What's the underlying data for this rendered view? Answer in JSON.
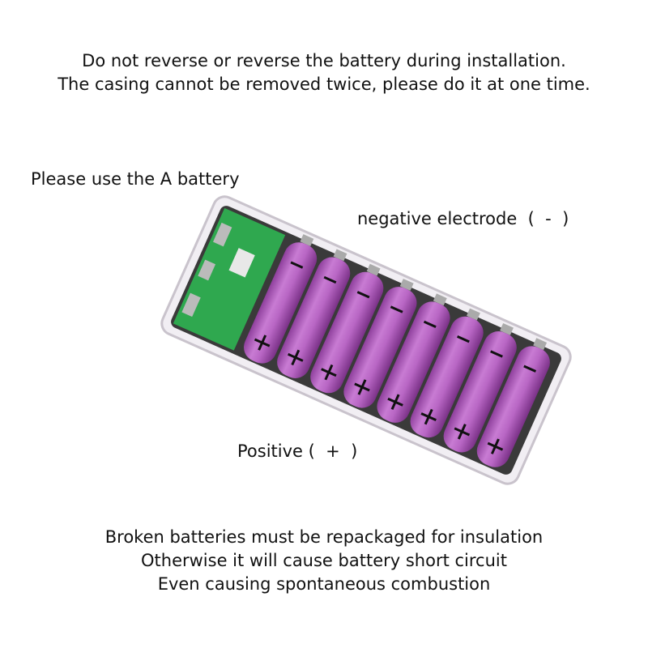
{
  "top_notice": [
    "Do not reverse or reverse the battery during installation.",
    "The casing cannot be removed twice, please do it at one time."
  ],
  "labels": {
    "battery_type": "Please use the A battery",
    "negative": "negative electrode  (  -  )",
    "positive": "Positive (  +  )"
  },
  "bottom_warning": [
    "Broken batteries must be repackaged for insulation",
    "Otherwise it will cause battery short circuit",
    "Even causing spontaneous combustion"
  ],
  "colors": {
    "battery": "#b866c4",
    "pcb": "#2fa84f",
    "casing": "#f1eef3"
  },
  "battery_count": 8
}
